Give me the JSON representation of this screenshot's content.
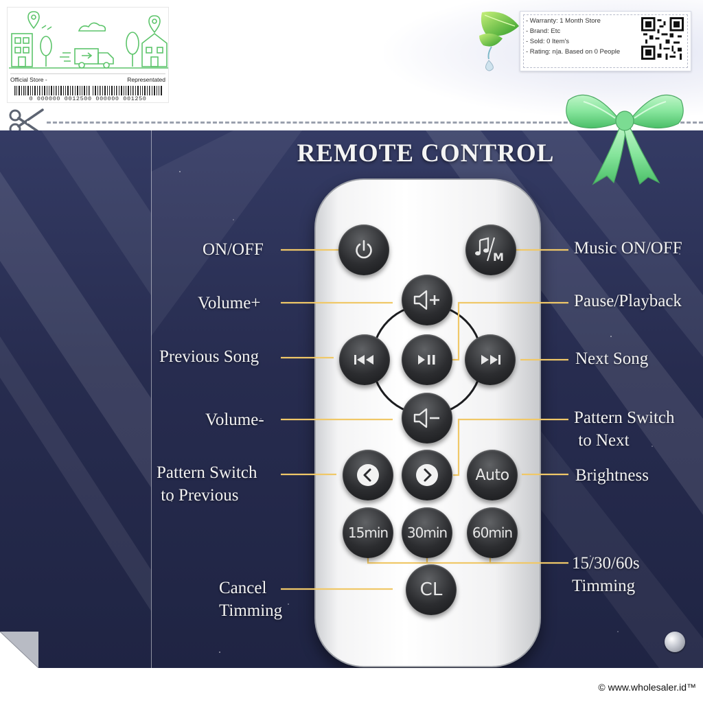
{
  "store_card": {
    "left_text": "Official Store -",
    "right_text": "Representated",
    "barcode_digits": "0 000000 0012500 000000 001250"
  },
  "info_card": {
    "lines": [
      "- Warranty: 1 Month Store",
      "- Brand: Etc",
      "- Sold: 0 Item's",
      "- Rating: n|a. Based on 0 People"
    ]
  },
  "icons": {
    "scissors": "scissors-icon",
    "leaf": "leaf-icon",
    "bow": "bow-icon",
    "qr": "qr-code-icon"
  },
  "colors": {
    "panel_background": "#272c4f",
    "callout_line": "#f0c868",
    "button_dark": "#2c2d30",
    "bow_green": "#86e59c"
  },
  "diagram": {
    "title": "REMOTE CONTROL",
    "buttons": {
      "auto": "Auto",
      "min15": "15min",
      "min30": "30min",
      "min60": "60min",
      "cancel": "CL"
    },
    "labels": {
      "on_off": "ON/OFF",
      "music": "Music ON/OFF",
      "volume_up": "Volume+",
      "pause": "Pause/Playback",
      "previous": "Previous Song",
      "next": "Next Song",
      "volume_down": "Volume-",
      "pattern_next_1": "Pattern Switch",
      "pattern_next_2": " to Next",
      "pattern_prev_1": "Pattern Switch",
      "pattern_prev_2": " to Previous",
      "brightness": "Brightness",
      "timing_1": "15/30/60s",
      "timing_2": "Timming",
      "cancel_1": "Cancel",
      "cancel_2": "Timming"
    }
  },
  "footer": {
    "copyright": "© www.wholesaler.id™"
  }
}
